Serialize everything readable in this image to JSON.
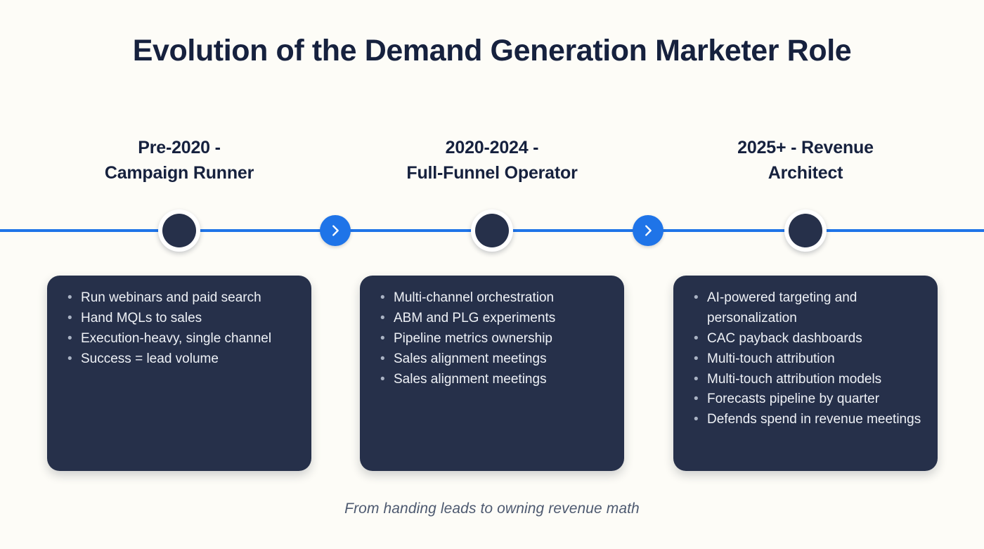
{
  "page": {
    "title": "Evolution of the Demand Generation Marketer Role",
    "caption": "From handing leads to owning revenue math",
    "background_color": "#fdfcf7",
    "accent_color": "#1f74e8",
    "card_color": "#26304a",
    "heading_color": "#16213e",
    "card_text_color": "#eef1f6",
    "caption_color": "#4e5a70"
  },
  "timeline": {
    "line_color": "#1f74e8",
    "connectors": [
      {
        "icon": "chevron-right-icon"
      },
      {
        "icon": "chevron-right-icon"
      }
    ],
    "stages": [
      {
        "heading": "Pre-2020 -\nCampaign Runner",
        "heading_line_1": "Pre-2020 -",
        "heading_line_2": "Campaign Runner",
        "node_icon": "timeline-node-dot",
        "bullets": [
          "Run webinars and paid search",
          "Hand MQLs to sales",
          "Execution-heavy, single channel",
          "Success = lead volume"
        ]
      },
      {
        "heading": "2020-2024 -\nFull-Funnel Operator",
        "heading_line_1": "2020-2024 -",
        "heading_line_2": "Full-Funnel Operator",
        "node_icon": "timeline-node-dot",
        "bullets": [
          "Multi-channel orchestration",
          "ABM and PLG experiments",
          "Pipeline metrics ownership",
          "Sales alignment meetings",
          "Sales alignment meetings"
        ]
      },
      {
        "heading": "2025+ - Revenue\nArchitect",
        "heading_line_1": "2025+ - Revenue",
        "heading_line_2": "Architect",
        "node_icon": "timeline-node-dot",
        "bullets": [
          "AI-powered targeting and personalization",
          "CAC payback dashboards",
          "Multi-touch attribution",
          "Multi-touch attribution models",
          "Forecasts pipeline by quarter",
          "Defends spend in revenue meetings"
        ]
      }
    ]
  }
}
